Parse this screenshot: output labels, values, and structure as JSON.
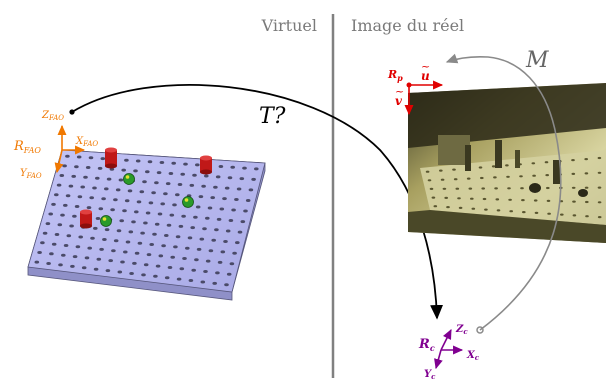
{
  "sections": {
    "left_title": "Virtuel",
    "right_title": "Image du réel"
  },
  "transforms": {
    "T": "T?",
    "M": "M"
  },
  "cad_frame": {
    "origin": "R",
    "origin_sub": "FAO",
    "x": "X",
    "x_sub": "FAO",
    "y": "Y",
    "y_sub": "FAO",
    "z": "Z",
    "z_sub": "FAO",
    "color": "#f07800"
  },
  "image_frame": {
    "origin": "R",
    "origin_sub": "p",
    "u": "u",
    "v": "v",
    "color": "#e00000"
  },
  "camera_frame": {
    "origin": "R",
    "origin_sub": "c",
    "x": "X",
    "x_sub": "c",
    "y": "Y",
    "y_sub": "c",
    "z": "Z",
    "z_sub": "c",
    "color": "#800090"
  },
  "colors": {
    "plate_top": "#b7b8f0",
    "plate_side": "#8f90c8",
    "hole": "#4a4a68",
    "peg_red": "#c01818",
    "ball_green": "#2a9a2a",
    "divider": "#808080",
    "arrow_gray": "#8a8a8a",
    "title_gray": "#7a7a7a"
  }
}
